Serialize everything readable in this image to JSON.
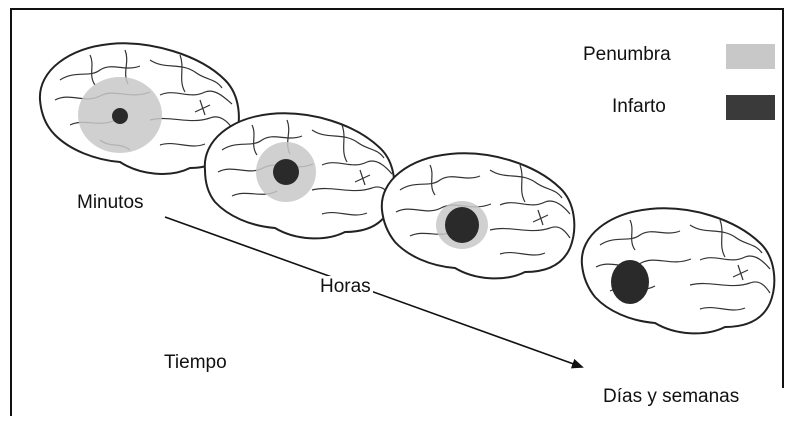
{
  "legend": {
    "items": [
      {
        "label": "Penumbra",
        "color": "#c8c8c8"
      },
      {
        "label": "Infarto",
        "color": "#3a3a3a"
      }
    ]
  },
  "timeline": {
    "minutes": "Minutos",
    "hours": "Horas",
    "time": "Tiempo",
    "days": "Días y semanas"
  },
  "colors": {
    "penumbra": "#c8c8c8",
    "infarct": "#2a2a2a",
    "brain_outline": "#222222"
  },
  "brains": [
    {
      "stage": 1,
      "infarct_size": "small",
      "penumbra_size": "large"
    },
    {
      "stage": 2,
      "infarct_size": "medium",
      "penumbra_size": "medium"
    },
    {
      "stage": 3,
      "infarct_size": "large",
      "penumbra_size": "small"
    },
    {
      "stage": 4,
      "infarct_size": "full",
      "penumbra_size": "none"
    }
  ]
}
